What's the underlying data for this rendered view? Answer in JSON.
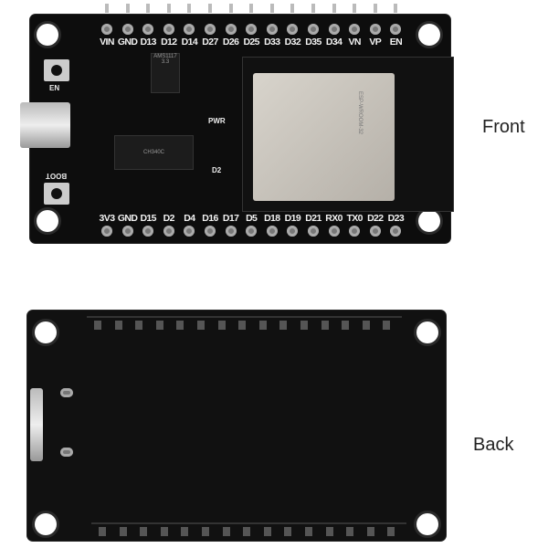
{
  "labels": {
    "front": "Front",
    "back": "Back"
  },
  "front_board": {
    "top_pins": [
      "VIN",
      "GND",
      "D13",
      "D12",
      "D14",
      "D27",
      "D26",
      "D25",
      "D33",
      "D32",
      "D35",
      "D34",
      "VN",
      "VP",
      "EN"
    ],
    "bottom_pins": [
      "3V3",
      "GND",
      "D15",
      "D2",
      "D4",
      "D16",
      "D17",
      "D5",
      "D18",
      "D19",
      "D21",
      "RX0",
      "TX0",
      "D22",
      "D23"
    ],
    "silkscreen": {
      "en_button": "EN",
      "boot_button": "BOOT",
      "pwr_led": "PWR",
      "d2_led": "D2"
    },
    "regulator": "AMS1117 3.3",
    "usb_chip": "CH340C",
    "module_text": "ESP-WROOM-32"
  },
  "colors": {
    "board": "#0d0d0d",
    "shield": "#c8c4bc",
    "background": "#ffffff"
  }
}
